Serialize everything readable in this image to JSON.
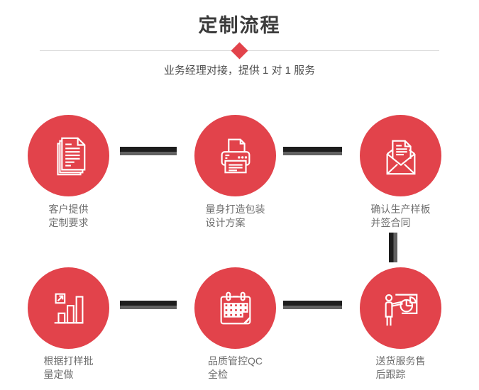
{
  "colors": {
    "accent_red": "#e2434b",
    "connector_dark": "#1d1d1d",
    "connector_gray": "#616161",
    "divider": "#d8d8d8",
    "title_text": "#3b3b3b",
    "subtitle_text": "#4f4f4f",
    "label_text": "#6f6f6f"
  },
  "header": {
    "title": "定制流程",
    "subtitle": "业务经理对接，提供 1 对 1 服务"
  },
  "steps": [
    {
      "icon": "documents-icon",
      "line1": "客户提供",
      "line2": "定制要求"
    },
    {
      "icon": "printer-icon",
      "line1": "量身打造包装",
      "line2": "设计方案"
    },
    {
      "icon": "envelope-icon",
      "line1": "确认生产样板",
      "line2": "并签合同"
    },
    {
      "icon": "bar-chart-icon",
      "line1": "根据打样批",
      "line2": "量定做"
    },
    {
      "icon": "calendar-icon",
      "line1": "品质管控QC",
      "line2": "全检"
    },
    {
      "icon": "presentation-icon",
      "line1": "送货服务售",
      "line2": "后跟踪"
    }
  ]
}
